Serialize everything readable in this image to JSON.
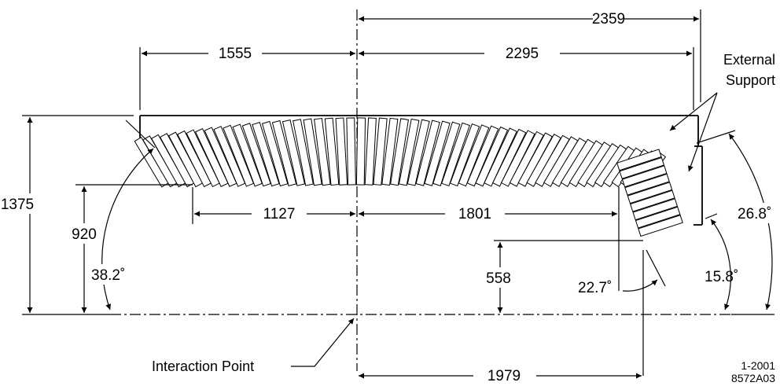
{
  "dimensions": {
    "d2359": "2359",
    "d1555": "1555",
    "d2295": "2295",
    "d1375": "1375",
    "d920": "920",
    "d1127": "1127",
    "d1801": "1801",
    "d558": "558",
    "d1979": "1979"
  },
  "angles": {
    "a382": "38.2˚",
    "a227": "22.7˚",
    "a158": "15.8˚",
    "a268": "26.8˚"
  },
  "labels": {
    "external_line1": "External",
    "external_line2": "Support",
    "interaction_point": "Interaction Point",
    "code_line1": "1-2001",
    "code_line2": "8572A03"
  },
  "colors": {
    "ink": "#000000",
    "paper": "#ffffff"
  }
}
